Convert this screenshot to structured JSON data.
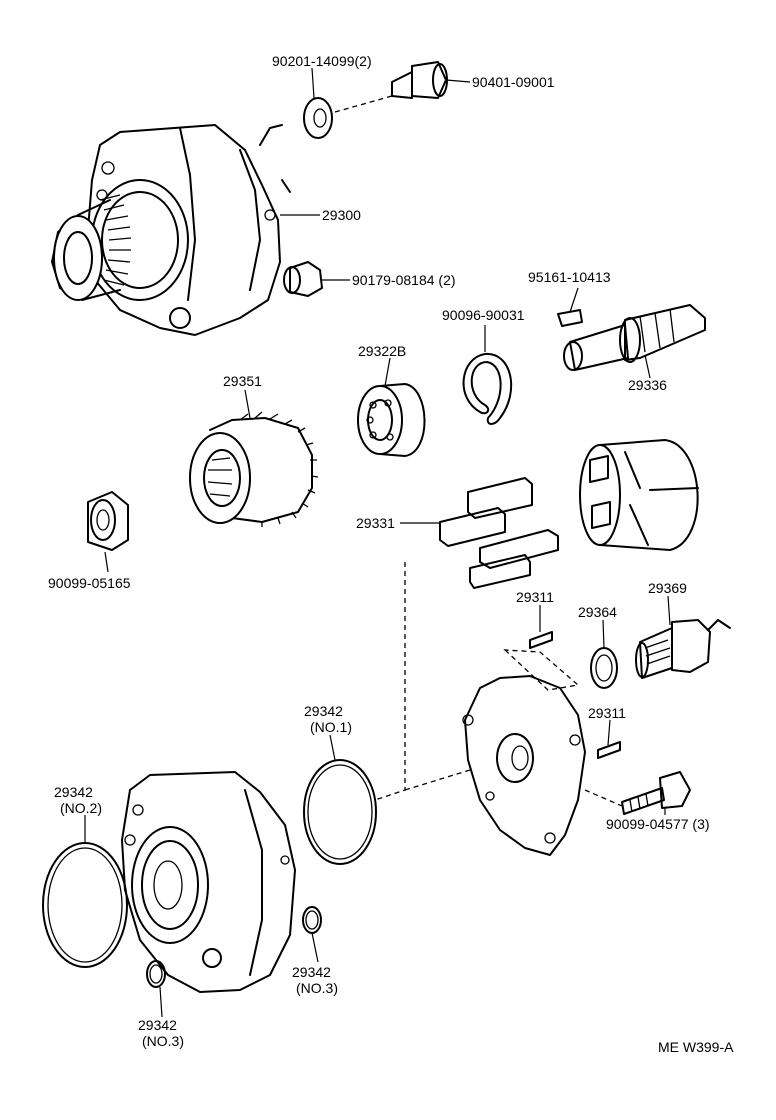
{
  "diagram": {
    "code": "ME  W399-A",
    "labels": [
      {
        "id": "l1",
        "text": "90201-14099(2)"
      },
      {
        "id": "l2",
        "text": "90401-09001"
      },
      {
        "id": "l3",
        "text": "29300"
      },
      {
        "id": "l4",
        "text": "90179-08184 (2)"
      },
      {
        "id": "l5",
        "text": "95161-10413"
      },
      {
        "id": "l6",
        "text": "90096-90031"
      },
      {
        "id": "l7",
        "text": "29322B"
      },
      {
        "id": "l8",
        "text": "29336"
      },
      {
        "id": "l9",
        "text": "29351"
      },
      {
        "id": "l10",
        "text": "29331"
      },
      {
        "id": "l11",
        "text": "90099-05165"
      },
      {
        "id": "l12",
        "text": "29311"
      },
      {
        "id": "l13",
        "text": "29364"
      },
      {
        "id": "l14",
        "text": "29369"
      },
      {
        "id": "l15a",
        "text": "29342"
      },
      {
        "id": "l15b",
        "text": "(NO.1)"
      },
      {
        "id": "l16",
        "text": "29311"
      },
      {
        "id": "l17a",
        "text": "29342"
      },
      {
        "id": "l17b",
        "text": "(NO.2)"
      },
      {
        "id": "l18",
        "text": "90099-04577 (3)"
      },
      {
        "id": "l19a",
        "text": "29342"
      },
      {
        "id": "l19b",
        "text": "(NO.3)"
      },
      {
        "id": "l20a",
        "text": "29342"
      },
      {
        "id": "l20b",
        "text": "(NO.3)"
      }
    ]
  }
}
